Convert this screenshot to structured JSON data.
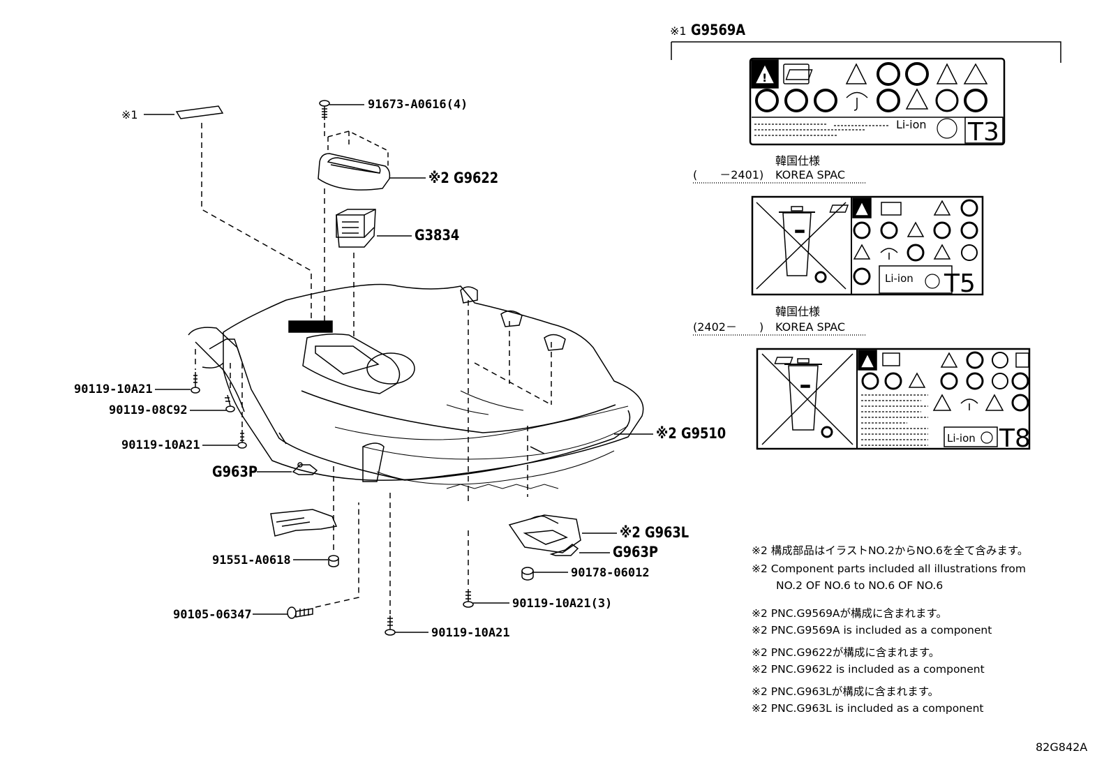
{
  "title_ref": "※1",
  "title_pnc": "G9569A",
  "labels": {
    "ref1": "※1",
    "p_91673": "91673-A0616(4)",
    "p_g9622": "※2 G9622",
    "p_g3834": "G3834",
    "p_g9510": "※2 G9510",
    "p_90119_a": "90119-10A21",
    "p_90119_08": "90119-08C92",
    "p_90119_b": "90119-10A21",
    "p_g963p_l": "G963P",
    "p_91551": "91551-A0618",
    "p_90105": "90105-06347",
    "p_90119_c": "90119-10A21",
    "p_90119_3": "90119-10A21(3)",
    "p_90178": "90178-06012",
    "p_g963l": "※2 G963L",
    "p_g963p_r": "G963P"
  },
  "labels_panels": {
    "t3_text": "Li-ion",
    "t3_code": "T3",
    "korea1_jp": "韓国仕様",
    "korea1_range": "(　　－2401)",
    "korea1_en": "KOREA SPAC",
    "t5_text": "Li-ion",
    "t5_code": "T5",
    "korea2_jp": "韓国仕様",
    "korea2_range": "(2402－　　)",
    "korea2_en": "KOREA SPAC",
    "t8_text": "Li-ion",
    "t8_code": "T8"
  },
  "notes": [
    "※2 構成部品はイラストNO.2からNO.6を全て含みます。",
    "※2 Component parts included all illustrations from",
    "NO.2 OF NO.6 to NO.6 OF NO.6",
    "※2 PNC.G9569Aが構成に含まれます。",
    "※2 PNC.G9569A is included as a component",
    "※2 PNC.G9622が構成に含まれます。",
    "※2 PNC.G9622 is included as a component",
    "※2 PNC.G963Lが構成に含まれます。",
    "※2 PNC.G963L is included as a component"
  ],
  "diagram_id": "82G842A"
}
